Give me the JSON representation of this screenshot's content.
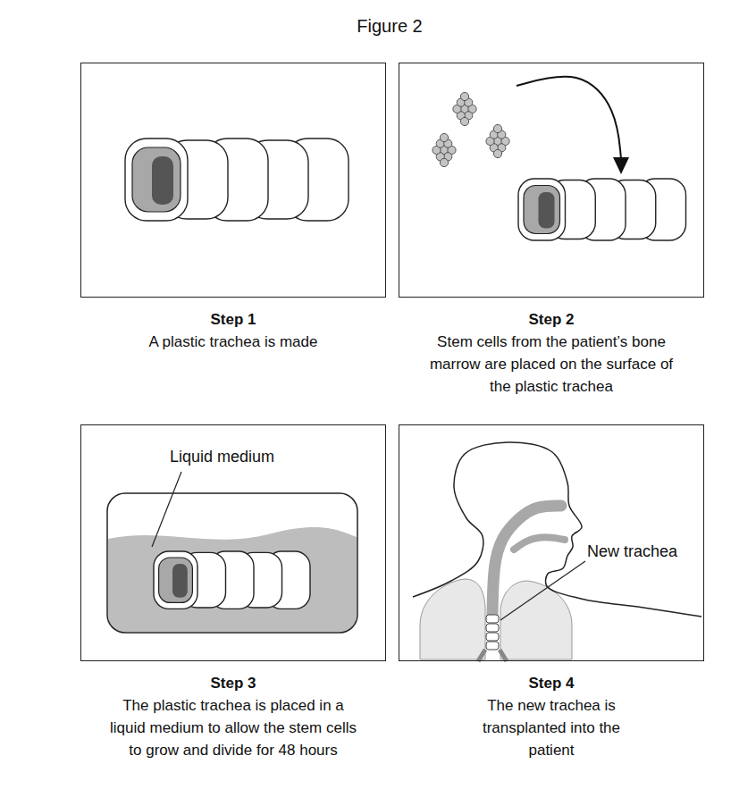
{
  "diagram": {
    "title": "Figure 2",
    "nodes": [
      {
        "text": [
          "Step 1",
          "A plastic trachea is made"
        ]
      },
      {
        "text": [
          "Step 2",
          "Stem cells from the patient’s bone marrow are placed on the surface of the plastic trachea"
        ]
      },
      {
        "text": [
          "Step 3",
          "The plastic trachea is placed in a liquid medium to allow the stem cells to grow and divide for 48 hours"
        ]
      },
      {
        "text": [
          "Step 4",
          "The new trachea is transplanted into the patient"
        ]
      }
    ],
    "labels": [
      "Liquid medium",
      "New trachea"
    ]
  }
}
